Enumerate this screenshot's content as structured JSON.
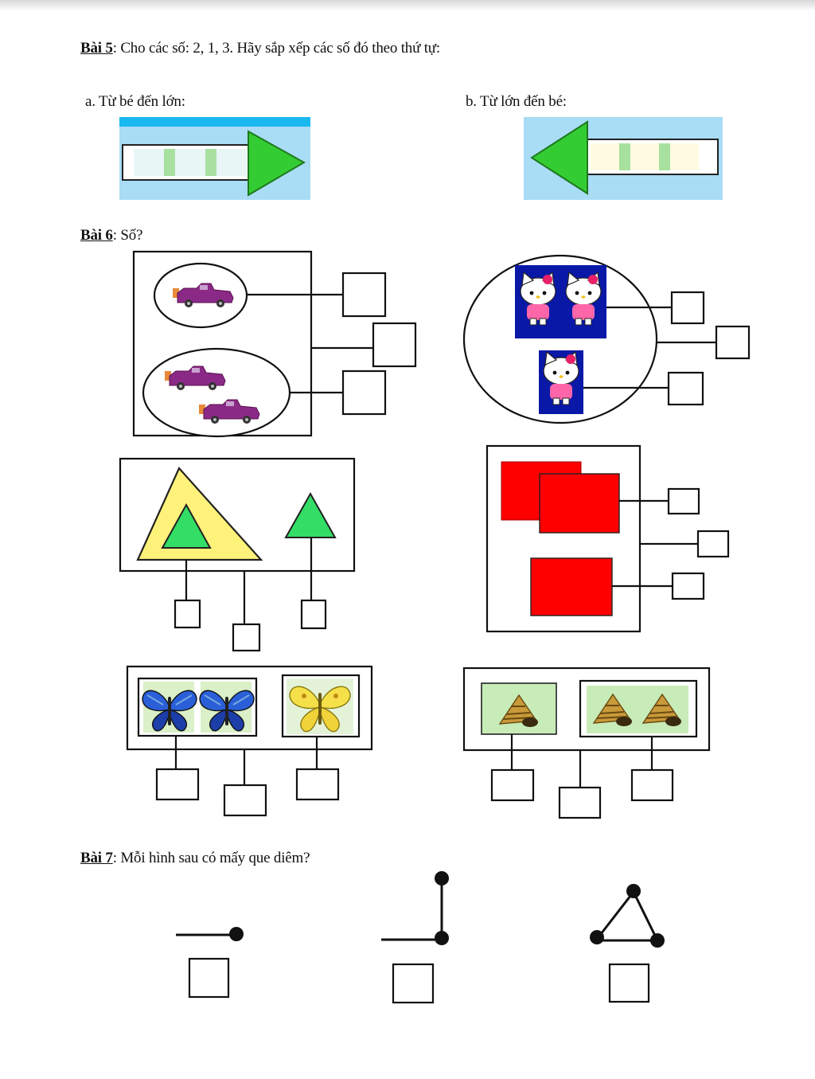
{
  "exercise5": {
    "label": "Bài 5",
    "text": ": Cho các số: 2, 1, 3. Hãy sắp xếp các số đó theo thứ tự:",
    "part_a": "a. Từ bé đến lớn:",
    "part_b": "b. Từ lớn đến bé:",
    "part_a_arrow_direction": "right",
    "part_b_arrow_direction": "left",
    "answer_slots_per_arrow": 3
  },
  "exercise6": {
    "label": "Bài 6",
    "text": ": Số?",
    "groups": [
      {
        "object": "car-icon",
        "groups": [
          1,
          2
        ]
      },
      {
        "object": "hello-kitty-icon",
        "groups": [
          2,
          1
        ]
      },
      {
        "object": "triangle-icon",
        "groups": [
          2,
          1
        ]
      },
      {
        "object": "red-square-icon",
        "groups": [
          2,
          1
        ]
      },
      {
        "object": "butterfly-icon",
        "groups": [
          2,
          1
        ]
      },
      {
        "object": "snail-shell-icon",
        "groups": [
          1,
          2
        ]
      }
    ]
  },
  "exercise7": {
    "label": "Bài 7",
    "text": ": Mỗi hình sau có mấy que diêm?",
    "figures": [
      "one-matchstick",
      "two-matchsticks-corner",
      "three-matchsticks-triangle"
    ]
  },
  "colors": {
    "arrow_green": "#33cc33",
    "arrow_bg": "#a9dcf5",
    "kitty_bg": "#0a18a8",
    "square_red": "#ff0000",
    "big_triangle_yellow": "#fff27a",
    "small_triangle_green": "#33dd66",
    "car_purple": "#8a2a86"
  }
}
